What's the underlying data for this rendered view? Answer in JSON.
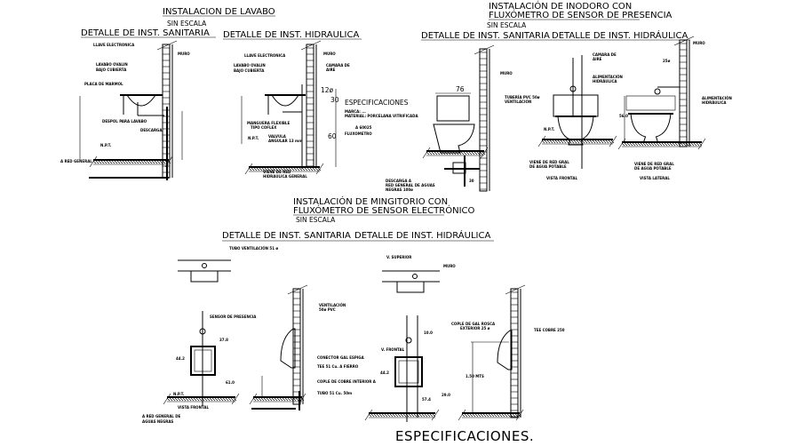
{
  "lavabo": {
    "title": "INSTALACION DE LAVABO",
    "scale": "SIN ESCALA",
    "sanitaria": "DETALLE DE INST. SANITARIA",
    "hidraulica": "DETALLE DE INST. HIDRAULICA",
    "labels": {
      "llave": "LLAVE ELECTRONICA",
      "lavabo1": "LAVABO OVALIN",
      "lavabo2": "BAJO CUBIERTA",
      "placa": "PLACA DE MARMOL",
      "muro": "MURO",
      "despol": "DESPOL PARA LAVABO",
      "descarga": "DESCARGA",
      "npt": "N.P.T.",
      "red": "A RED GENERAL",
      "camara1": "CAMARA DE",
      "camara2": "AIRE",
      "manguera1": "MANGUERA FLEXIBLE",
      "manguera2": "TIPO COFLEX",
      "valvula1": "VALVULA",
      "valvula2": "ANGULAR 13 mm",
      "viene1": "VIENE DE RED",
      "viene2": "HIDRAULICA GENERAL",
      "dim_12": "12ø",
      "dim_30": "30",
      "dim_60": "60"
    }
  },
  "especificaciones_small": {
    "title": "ESPECIFICACIONES",
    "row1": "MARCA: ... ",
    "row2": "MATERIAL: PORCELANA VITRIFICADA",
    "row3": "A 60025",
    "row4": "FLUXOMETRO"
  },
  "inodoro": {
    "title1": "INSTALACIÓN DE INODORO CON",
    "title2": "FLUXÓMETRO DE SENSOR DE PRESENCIA",
    "scale": "SIN ESCALA",
    "sanitaria": "DETALLE DE INST. SANITARIA",
    "hidraulica": "DETALLE DE INST. HIDRÁULICA",
    "labels": {
      "muro": "MURO",
      "tuberia1": "TUBERÍA PVC 50ø",
      "tuberia2": "VENTILACIÓN",
      "descarga1": "DESCARGA A",
      "descarga2": "RED GENERAL DE AGUAS",
      "descarga3": "NEGRAS 100ø",
      "dim_76": "76",
      "dim_30": "30",
      "camara1": "CAMARA DE",
      "camara2": "AIRE",
      "alim1": "ALIMENTACIÓN",
      "alim2": "HIDRÁULICA",
      "npt": "N.P.T.",
      "viene1": "VIENE DE RED GRAL",
      "viene2": "DE AGUA POTABLE",
      "frontal": "VISTA FRONTAL",
      "lateral": "VISTA LATERAL",
      "dim_25": "25ø",
      "dim_56": "56.0"
    }
  },
  "mingitorio": {
    "title1": "INSTALACIÓN DE MINGITORIO CON",
    "title2": "FLUXÓMETRO DE SENSOR ELECTRÓNICO",
    "scale": "SIN ESCALA",
    "sanitaria": "DETALLE DE INST. SANITARIA",
    "hidraulica": "DETALLE DE INST. HIDRÁULICA",
    "labels": {
      "ventilacion_top": "TUBO VENTILACIÓN 51 ø",
      "sensor": "SENSOR DE PRESENCIA",
      "ventilacion1": "VENTILACIÓN",
      "ventilacion2": "50ø PVC",
      "conector": "CONECTOR GAL ESPIGA",
      "tee": "TEE 51 Cu. A FIERRO",
      "cople": "COPLE DE COBRE INTERIOR A",
      "tubo": "TUBO 51 Cu. 50m",
      "npt": "N.P.T.",
      "frontal": "VISTA FRONTAL",
      "red1": "A RED GENERAL DE",
      "red2": "AGUAS NEGRAS",
      "vsuperior": "V. SUPERIOR",
      "muro": "MURO",
      "vfrontal": "V. FRONTAL",
      "cople_rosca1": "COPLE DE GAL ROSCA",
      "cople_rosca2": "EXTERIOR 25 ø",
      "tee_cobre": "TEE COBRE 250",
      "dim_150": "1.50 MTS",
      "dim_442": "44.2",
      "dim_610": "61.0",
      "dim_574": "57.4",
      "dim_378": "37.8",
      "dim_100": "10.0",
      "dim_290": "29.0"
    },
    "especificaciones": "ESPECIFICACIONES."
  }
}
